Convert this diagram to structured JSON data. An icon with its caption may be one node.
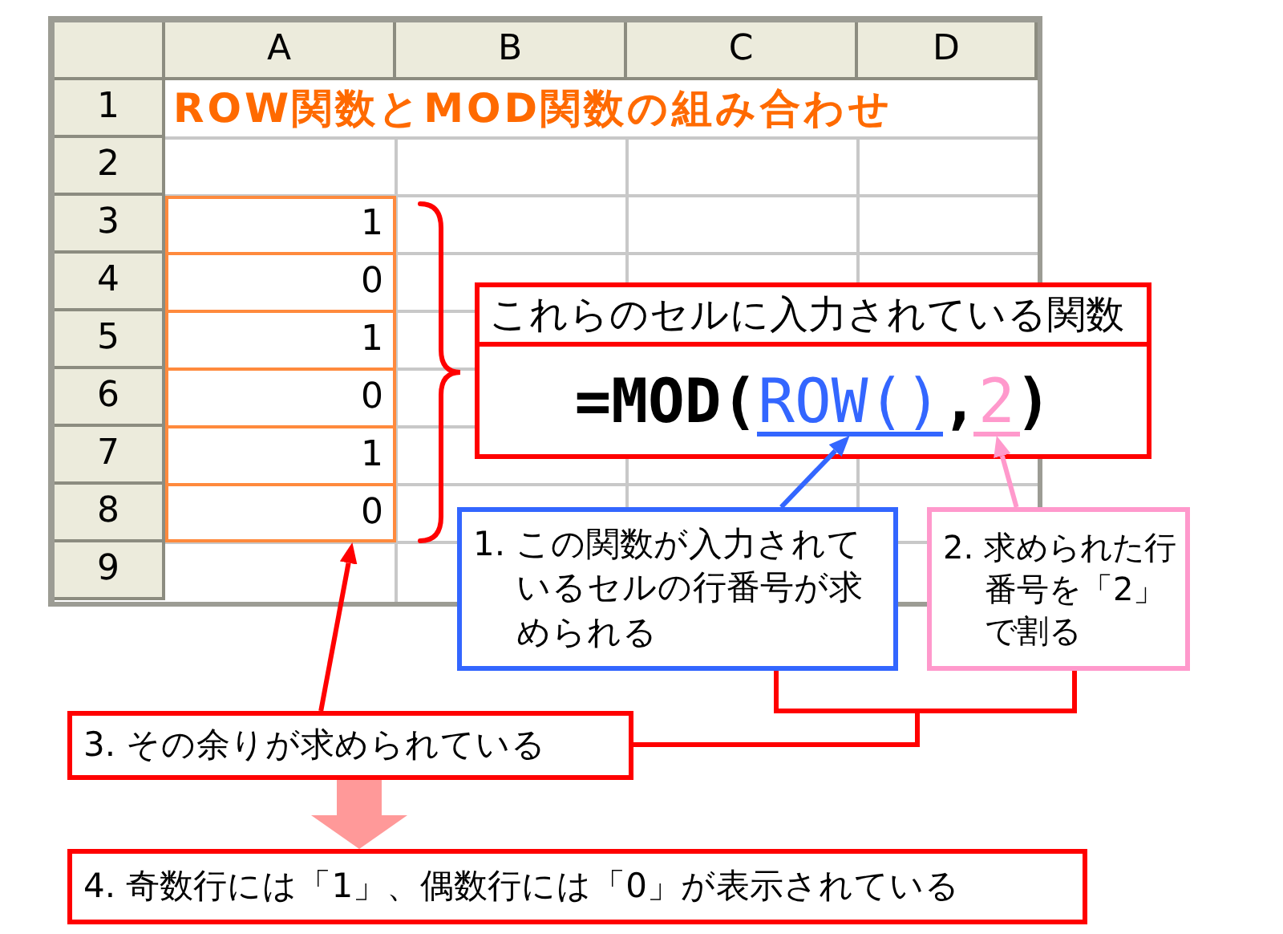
{
  "diagram": {
    "nodes": [
      {
        "text": [
          "1",
          "0",
          "1",
          "0",
          "1",
          "0"
        ]
      },
      {
        "text": [
          "これらのセルに入力されている関数",
          "=MOD(ROW(),2)"
        ]
      },
      {
        "text": [],
        "shape": "bar",
        "in": 1
      },
      {
        "text": [],
        "shape": "bar",
        "in": 1
      },
      {
        "text": [
          "1. この関数が入力されているセルの行番号が求められる"
        ]
      },
      {
        "text": [
          "2. 求められた行番号を「2」で割る"
        ]
      },
      {
        "text": [
          "3. その余りが求められている"
        ]
      },
      {
        "text": [
          "4. 奇数行には「1」、偶数行には「0」が表示されている"
        ]
      }
    ],
    "edges": [
      {
        "from": 4,
        "to": 2,
        "arrow": "to",
        "color": "#3366ff"
      },
      {
        "from": 5,
        "to": 3,
        "arrow": "to",
        "color": "#ff99cc"
      },
      {
        "from": 4,
        "to": 6,
        "arrow": "none"
      },
      {
        "from": 5,
        "to": 6,
        "arrow": "none"
      },
      {
        "from": 6,
        "to": 0,
        "arrow": "to"
      },
      {
        "from": 6,
        "to": 7,
        "arrow": "to",
        "style": "thick",
        "color": "#ff9999"
      }
    ],
    "labels": [
      "A",
      "B",
      "C",
      "D",
      "1",
      "ROW関数とMOD関数の組み合わせ",
      "2",
      "3",
      "4",
      "5",
      "6",
      "7",
      "8",
      "9"
    ]
  }
}
